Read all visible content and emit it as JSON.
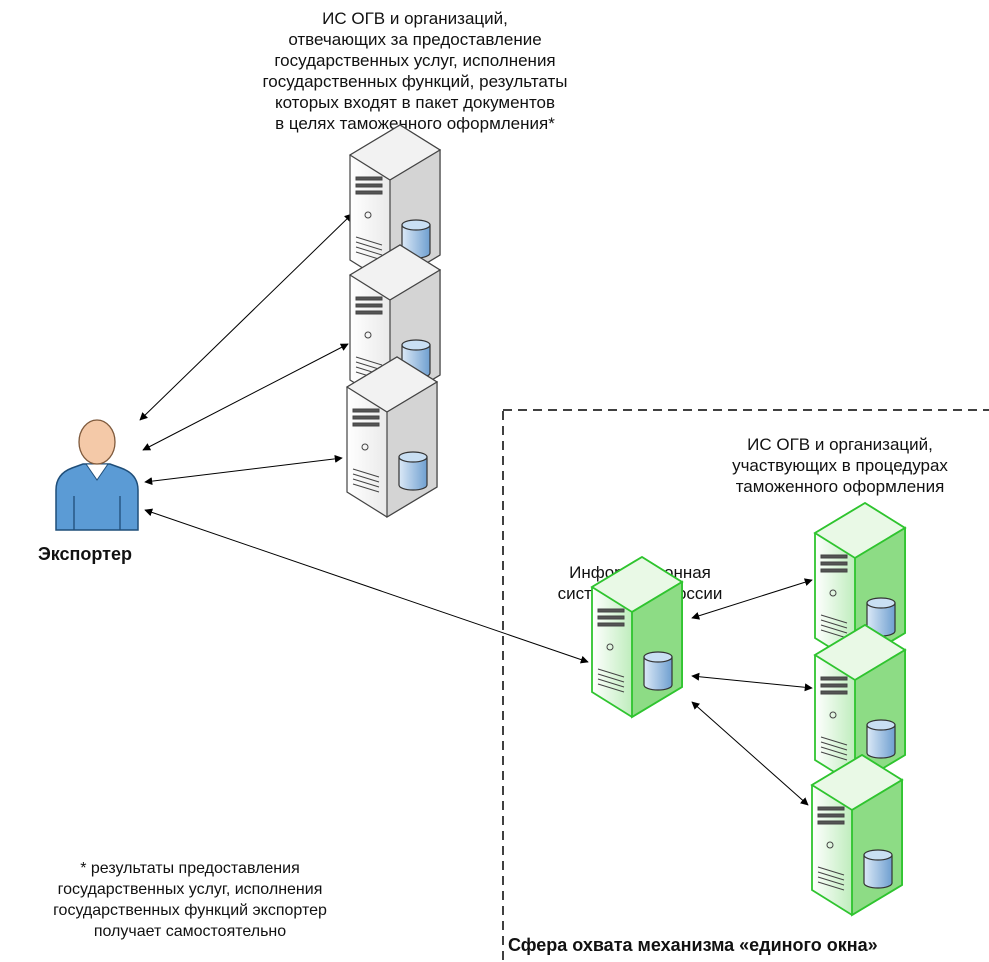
{
  "labels": {
    "top_group": [
      "ИС ОГВ и организаций,",
      "отвечающих за предоставление",
      "государственных услуг, исполнения",
      "государственных функций, результаты",
      "которых входят в пакет документов",
      "в целях таможенного оформления*"
    ],
    "fts_group": [
      "ИС ОГВ и организаций,",
      "участвующих в процедурах",
      "таможенного оформления"
    ],
    "fts_system": [
      "Информационная",
      "система ФТС России"
    ],
    "exporter": "Экспортер",
    "footnote": [
      "* результаты предоставления",
      "государственных услуг, исполнения",
      "государственных функций экспортер",
      "получает самостоятельно"
    ],
    "scope": "Сфера охвата механизма «единого окна»"
  },
  "icons": {
    "external_servers": [
      "server-icon",
      "server-icon",
      "server-icon"
    ],
    "fts_server": "server-icon",
    "fts_partner_servers": [
      "server-icon",
      "server-icon",
      "server-icon"
    ],
    "exporter": "user-icon"
  },
  "colors": {
    "external_server": "#e6e6e6",
    "external_server_stroke": "#555555",
    "window_server": "#a8e6a0",
    "window_server_stroke": "#33cc33",
    "db_cylinder": "#9cc3e5",
    "user_body": "#5b9bd5",
    "user_head": "#f4c9a8",
    "scope_border": "#000000"
  }
}
